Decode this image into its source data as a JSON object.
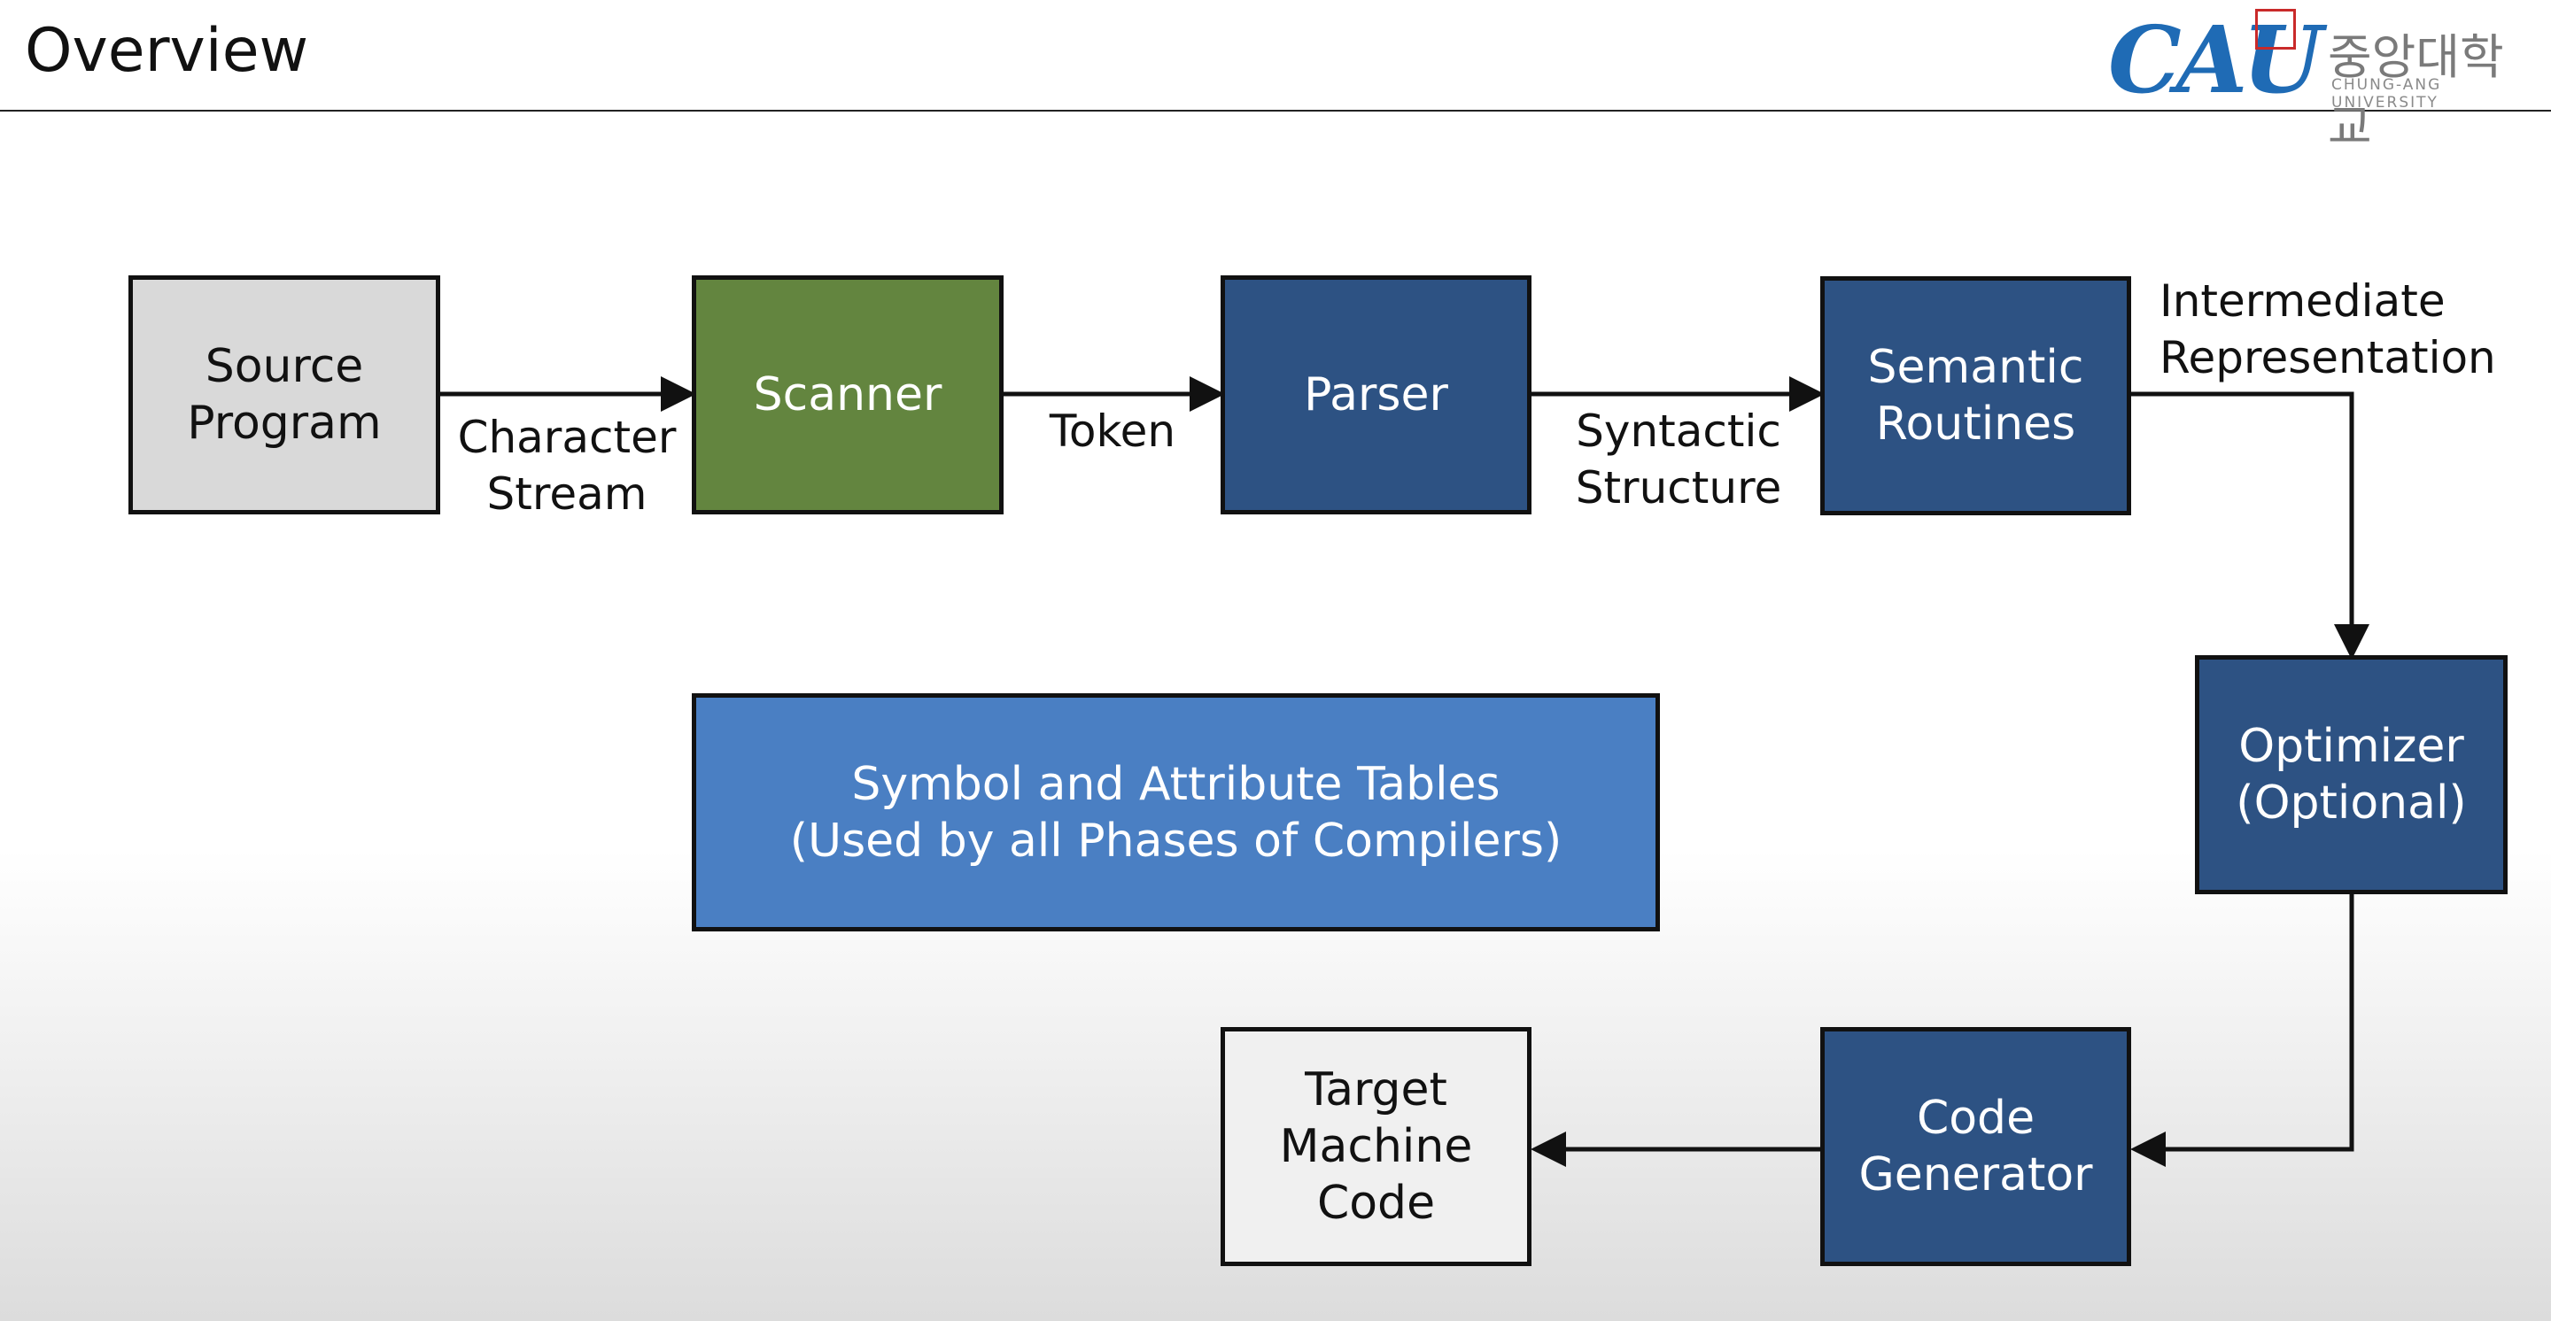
{
  "header": {
    "title": "Overview",
    "logo": {
      "mark": "CAU",
      "korean_name": "중앙대학교",
      "english_name": "CHUNG-ANG UNIVERSITY"
    }
  },
  "diagram": {
    "nodes": {
      "source_program": "Source\nProgram",
      "scanner": "Scanner",
      "parser": "Parser",
      "semantic_routines": "Semantic\nRoutines",
      "optimizer": "Optimizer\n(Optional)",
      "code_generator": "Code\nGenerator",
      "target_machine_code": "Target\nMachine\nCode",
      "symbol_tables": "Symbol and Attribute Tables\n(Used by all Phases of Compilers)"
    },
    "edge_labels": {
      "character_stream": "Character\nStream",
      "token": "Token",
      "syntactic_structure": "Syntactic\nStructure",
      "intermediate_representation": "Intermediate\nRepresentation"
    },
    "edges": [
      {
        "from": "source_program",
        "to": "scanner",
        "label": "character_stream"
      },
      {
        "from": "scanner",
        "to": "parser",
        "label": "token"
      },
      {
        "from": "parser",
        "to": "semantic_routines",
        "label": "syntactic_structure"
      },
      {
        "from": "semantic_routines",
        "to": "optimizer",
        "label": "intermediate_representation"
      },
      {
        "from": "optimizer",
        "to": "code_generator"
      },
      {
        "from": "code_generator",
        "to": "target_machine_code"
      }
    ]
  },
  "colors": {
    "source_fill": "#d9d9d9",
    "scanner_fill": "#63853f",
    "phase_fill": "#2d5283",
    "tables_fill": "#4a7fc3",
    "target_fill": "#f0f0f0",
    "logo": "#1f6bb5"
  }
}
